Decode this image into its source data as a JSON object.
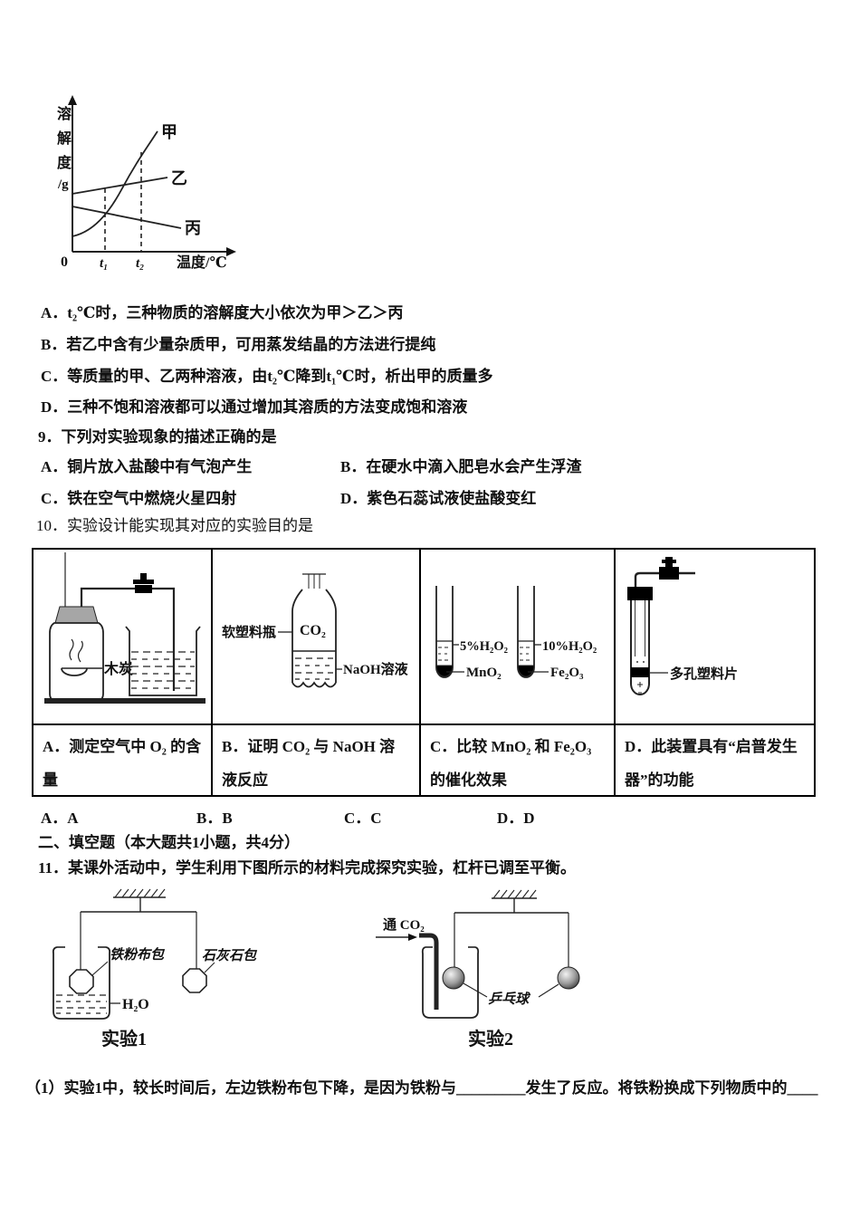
{
  "solubility_graph": {
    "ylabel_lines": [
      "溶",
      "解",
      "度",
      "/g"
    ],
    "xlabel": "温度/℃",
    "origin_label": "0",
    "tick1": "t₁",
    "tick2": "t₂",
    "curve_jia": "甲",
    "curve_yi": "乙",
    "curve_bing": "丙"
  },
  "chart_data": {
    "type": "line",
    "title": "",
    "xlabel": "温度/℃",
    "ylabel": "溶解度/g",
    "x_ticks": [
      "0",
      "t₁",
      "t₂"
    ],
    "grid": false,
    "series": [
      {
        "name": "甲",
        "trend": "steeply rising curve, lowest solubility at 0, highest above t₂"
      },
      {
        "name": "乙",
        "trend": "gently rising line, highest solubility at 0"
      },
      {
        "name": "丙",
        "trend": "gently falling line, crosses 甲 at t₁"
      }
    ],
    "annotations": [
      "dashed vertical reference lines at t₁ and t₂",
      "甲 crosses 乙 between t₁ and t₂"
    ]
  },
  "question8_options": [
    "A．t₂℃时，三种物质的溶解度大小依次为甲＞乙＞丙",
    "B．若乙中含有少量杂质甲，可用蒸发结晶的方法进行提纯",
    "C．等质量的甲、乙两种溶液，由t₂℃降到t₁℃时，析出甲的质量多",
    "D．三种不饱和溶液都可以通过增加其溶质的方法变成饱和溶液"
  ],
  "question9": {
    "stem": "9．下列对实验现象的描述正确的是",
    "option_a": "A．铜片放入盐酸中有气泡产生",
    "option_b": "B．在硬水中滴入肥皂水会产生浮渣",
    "option_c": "C．铁在空气中燃烧火星四射",
    "option_d": "D．紫色石蕊试液使盐酸变红"
  },
  "question10": {
    "stem": "10．实验设计能实现其对应的实验目的是",
    "diagram_labels": {
      "charcoal": "木炭",
      "soft_bottle": "软塑料瓶",
      "co2_gas": "CO₂",
      "naoh_solution": "NaOH溶液",
      "h2o2_5": "5%H₂O₂",
      "mno2": "MnO₂",
      "h2o2_10": "10%H₂O₂",
      "fe2o3": "Fe₂O₃",
      "porous_sheet": "多孔塑料片"
    },
    "captions": [
      "A．测定空气中 O₂ 的含量",
      "B．证明 CO₂ 与 NaOH 溶液反应",
      "C．比较 MnO₂ 和 Fe₂O₃ 的催化效果",
      "D．此装置具有“启普发生器”的功能"
    ],
    "answer_choices": [
      "A．A",
      "B．B",
      "C．C",
      "D．D"
    ]
  },
  "section2_header": "二、填空题（本大题共1小题，共4分）",
  "question11": {
    "stem": "11．某课外活动中，学生利用下图所示的材料完成探究实验，杠杆已调至平衡。",
    "experiment1": {
      "iron_bag": "铁粉布包",
      "limestone_bag": "石灰石包",
      "water": "H₂O",
      "caption": "实验1"
    },
    "experiment2": {
      "gas_in": "通 CO₂",
      "ball": "乒乓球",
      "caption": "实验2"
    },
    "part1": "（1）实验1中，较长时间后，左边铁粉布包下降，是因为铁粉与_________发生了反应。将铁粉换成下列物质中的____"
  }
}
